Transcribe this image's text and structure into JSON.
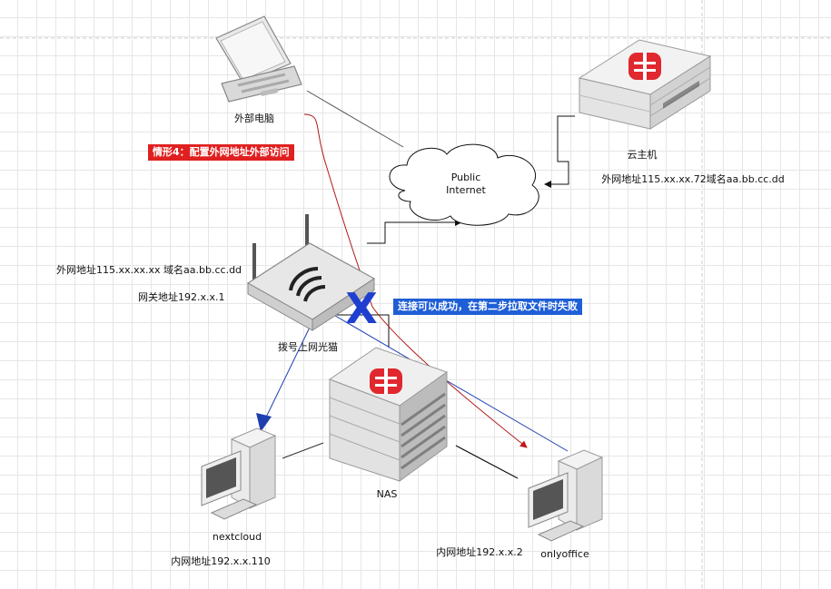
{
  "colors": {
    "red_badge": "#e02020",
    "blue_badge": "#1f5fd6",
    "red_line": "#b01818",
    "blue_line": "#1f3fb0",
    "vendor_logo": "#e0282e"
  },
  "nodes": {
    "external_pc": {
      "label": "外部电脑",
      "icon": "laptop-icon"
    },
    "cloud_host": {
      "label": "云主机",
      "detail": "外网地址115.xx.xx.72域名aa.bb.cc.dd",
      "icon": "rack-server-icon"
    },
    "internet": {
      "line1": "Public",
      "line2": "Internet",
      "icon": "cloud-icon"
    },
    "router": {
      "label": "拨号上网光猫",
      "wan": "外网地址115.xx.xx.xx 域名aa.bb.cc.dd",
      "gateway": "网关地址192.x.x.1",
      "icon": "wifi-router-icon"
    },
    "nas": {
      "label": "NAS",
      "icon": "chassis-server-icon"
    },
    "nextcloud": {
      "label": "nextcloud",
      "ip": "内网地址192.x.x.110",
      "icon": "desktop-computer-icon"
    },
    "onlyoffice": {
      "label": "onlyoffice",
      "ip": "内网地址192.x.x.2",
      "icon": "desktop-computer-icon"
    }
  },
  "annotations": {
    "scenario": "情形4：配置外网地址外部访问",
    "result": "连接可以成功，在第二步拉取文件时失败",
    "failure_mark": "X"
  }
}
